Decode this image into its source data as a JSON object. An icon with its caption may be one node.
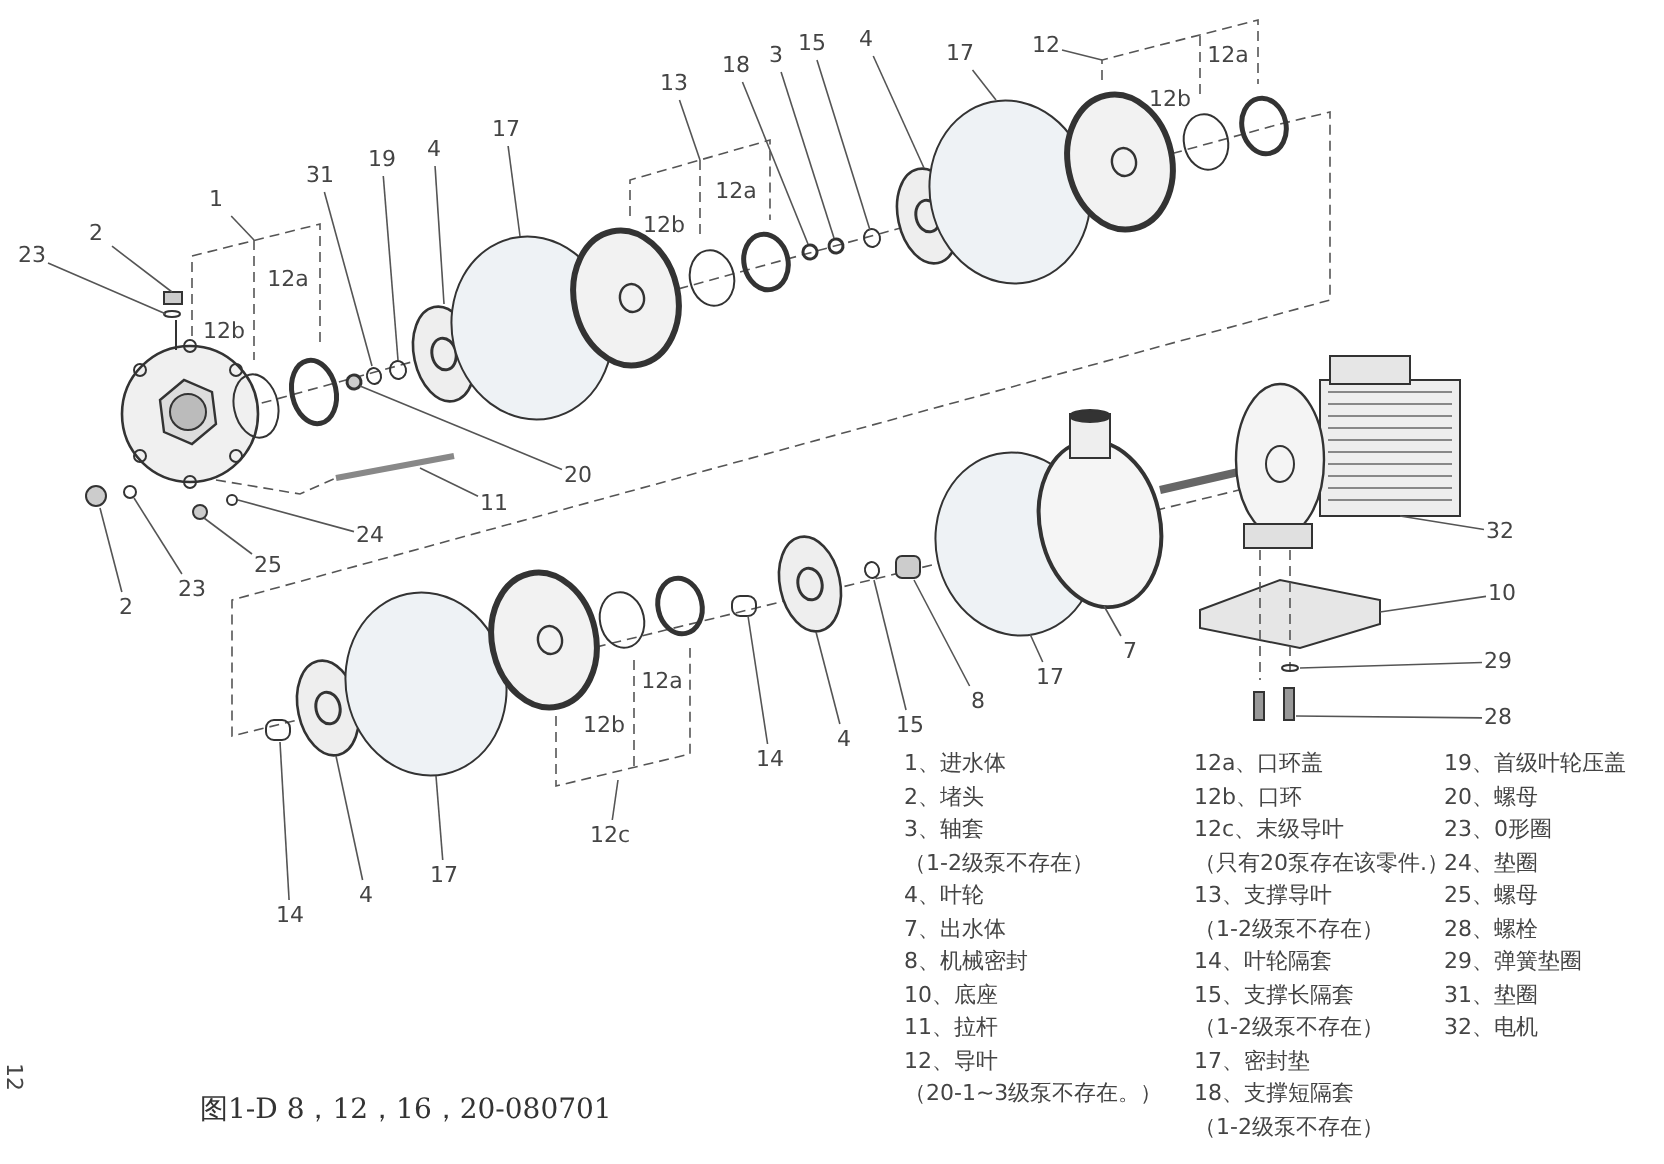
{
  "diagram": {
    "caption": "图1-D 8，12，16，20-080701",
    "nodes": [
      {
        "text": [
          "23"
        ]
      },
      {
        "text": [
          "2"
        ]
      },
      {
        "text": [
          "1"
        ]
      },
      {
        "text": [
          "31"
        ]
      },
      {
        "text": [
          "19"
        ]
      },
      {
        "text": [
          "4"
        ]
      },
      {
        "text": [
          "17"
        ]
      },
      {
        "text": [
          "13"
        ]
      },
      {
        "text": [
          "18"
        ]
      },
      {
        "text": [
          "3"
        ]
      },
      {
        "text": [
          "15"
        ]
      },
      {
        "text": [
          "4"
        ]
      },
      {
        "text": [
          "17"
        ]
      },
      {
        "text": [
          "12"
        ]
      },
      {
        "text": [
          "20"
        ]
      },
      {
        "text": [
          "11"
        ]
      },
      {
        "text": [
          "24"
        ]
      },
      {
        "text": [
          "25"
        ]
      },
      {
        "text": [
          "2"
        ]
      },
      {
        "text": [
          "23"
        ]
      },
      {
        "text": [
          "32"
        ]
      },
      {
        "text": [
          "10"
        ]
      },
      {
        "text": [
          "29"
        ]
      },
      {
        "text": [
          "28"
        ]
      },
      {
        "text": [
          "7"
        ]
      },
      {
        "text": [
          "17"
        ]
      },
      {
        "text": [
          "8"
        ]
      },
      {
        "text": [
          "15"
        ]
      },
      {
        "text": [
          "4"
        ]
      },
      {
        "text": [
          "14"
        ]
      },
      {
        "text": [
          "12c"
        ]
      },
      {
        "text": [
          "17"
        ]
      },
      {
        "text": [
          "4"
        ]
      },
      {
        "text": [
          "14"
        ]
      }
    ],
    "edges": [
      {
        "from": 0,
        "to": null,
        "arrow": "none"
      },
      {
        "from": 1,
        "to": null,
        "arrow": "none"
      },
      {
        "from": 2,
        "to": null,
        "arrow": "none"
      },
      {
        "from": 3,
        "to": null,
        "arrow": "none"
      },
      {
        "from": 4,
        "to": null,
        "arrow": "none"
      },
      {
        "from": 5,
        "to": null,
        "arrow": "none"
      },
      {
        "from": 6,
        "to": null,
        "arrow": "none"
      },
      {
        "from": 7,
        "to": null,
        "arrow": "none"
      },
      {
        "from": 8,
        "to": null,
        "arrow": "none"
      },
      {
        "from": 9,
        "to": null,
        "arrow": "none"
      },
      {
        "from": 10,
        "to": null,
        "arrow": "none"
      },
      {
        "from": 11,
        "to": null,
        "arrow": "none"
      },
      {
        "from": 12,
        "to": null,
        "arrow": "none"
      },
      {
        "from": 13,
        "to": null,
        "arrow": "none"
      },
      {
        "from": 14,
        "to": null,
        "arrow": "none"
      },
      {
        "from": 15,
        "to": null,
        "arrow": "none"
      },
      {
        "from": 16,
        "to": null,
        "arrow": "none"
      },
      {
        "from": 17,
        "to": null,
        "arrow": "none"
      },
      {
        "from": 18,
        "to": null,
        "arrow": "none"
      },
      {
        "from": 19,
        "to": null,
        "arrow": "none"
      },
      {
        "from": 20,
        "to": null,
        "arrow": "none"
      },
      {
        "from": 21,
        "to": null,
        "arrow": "none"
      },
      {
        "from": 22,
        "to": null,
        "arrow": "none"
      },
      {
        "from": 23,
        "to": null,
        "arrow": "none"
      },
      {
        "from": 24,
        "to": null,
        "arrow": "none"
      },
      {
        "from": 25,
        "to": null,
        "arrow": "none"
      },
      {
        "from": 26,
        "to": null,
        "arrow": "none"
      },
      {
        "from": 27,
        "to": null,
        "arrow": "none"
      },
      {
        "from": 28,
        "to": null,
        "arrow": "none"
      },
      {
        "from": 29,
        "to": null,
        "arrow": "none"
      },
      {
        "from": 30,
        "to": null,
        "arrow": "none"
      },
      {
        "from": 31,
        "to": null,
        "arrow": "none"
      },
      {
        "from": 32,
        "to": null,
        "arrow": "none"
      },
      {
        "from": 33,
        "to": null,
        "arrow": "none"
      }
    ],
    "labels": [
      "12a",
      "12b",
      "12a",
      "12b",
      "12a",
      "12b",
      "12a",
      "12b",
      "1、进水体",
      "2、堵头",
      "3、轴套",
      "（1-2级泵不存在）",
      "4、叶轮",
      "7、出水体",
      "8、机械密封",
      "10、底座",
      "11、拉杆",
      "12、导叶",
      "（20-1~3级泵不存在。）",
      "12a、口环盖",
      "12b、口环",
      "12c、末级导叶",
      "（只有20泵存在该零件.）",
      "13、支撑导叶",
      "（1-2级泵不存在）",
      "14、叶轮隔套",
      "15、支撑长隔套",
      "（1-2级泵不存在）",
      "17、密封垫",
      "18、支撑短隔套",
      "（1-2级泵不存在）",
      "19、首级叶轮压盖",
      "20、螺母",
      "23、0形圈",
      "24、垫圈",
      "25、螺母",
      "28、螺栓",
      "29、弹簧垫圈",
      "31、垫圈",
      "32、电机",
      "12"
    ]
  }
}
